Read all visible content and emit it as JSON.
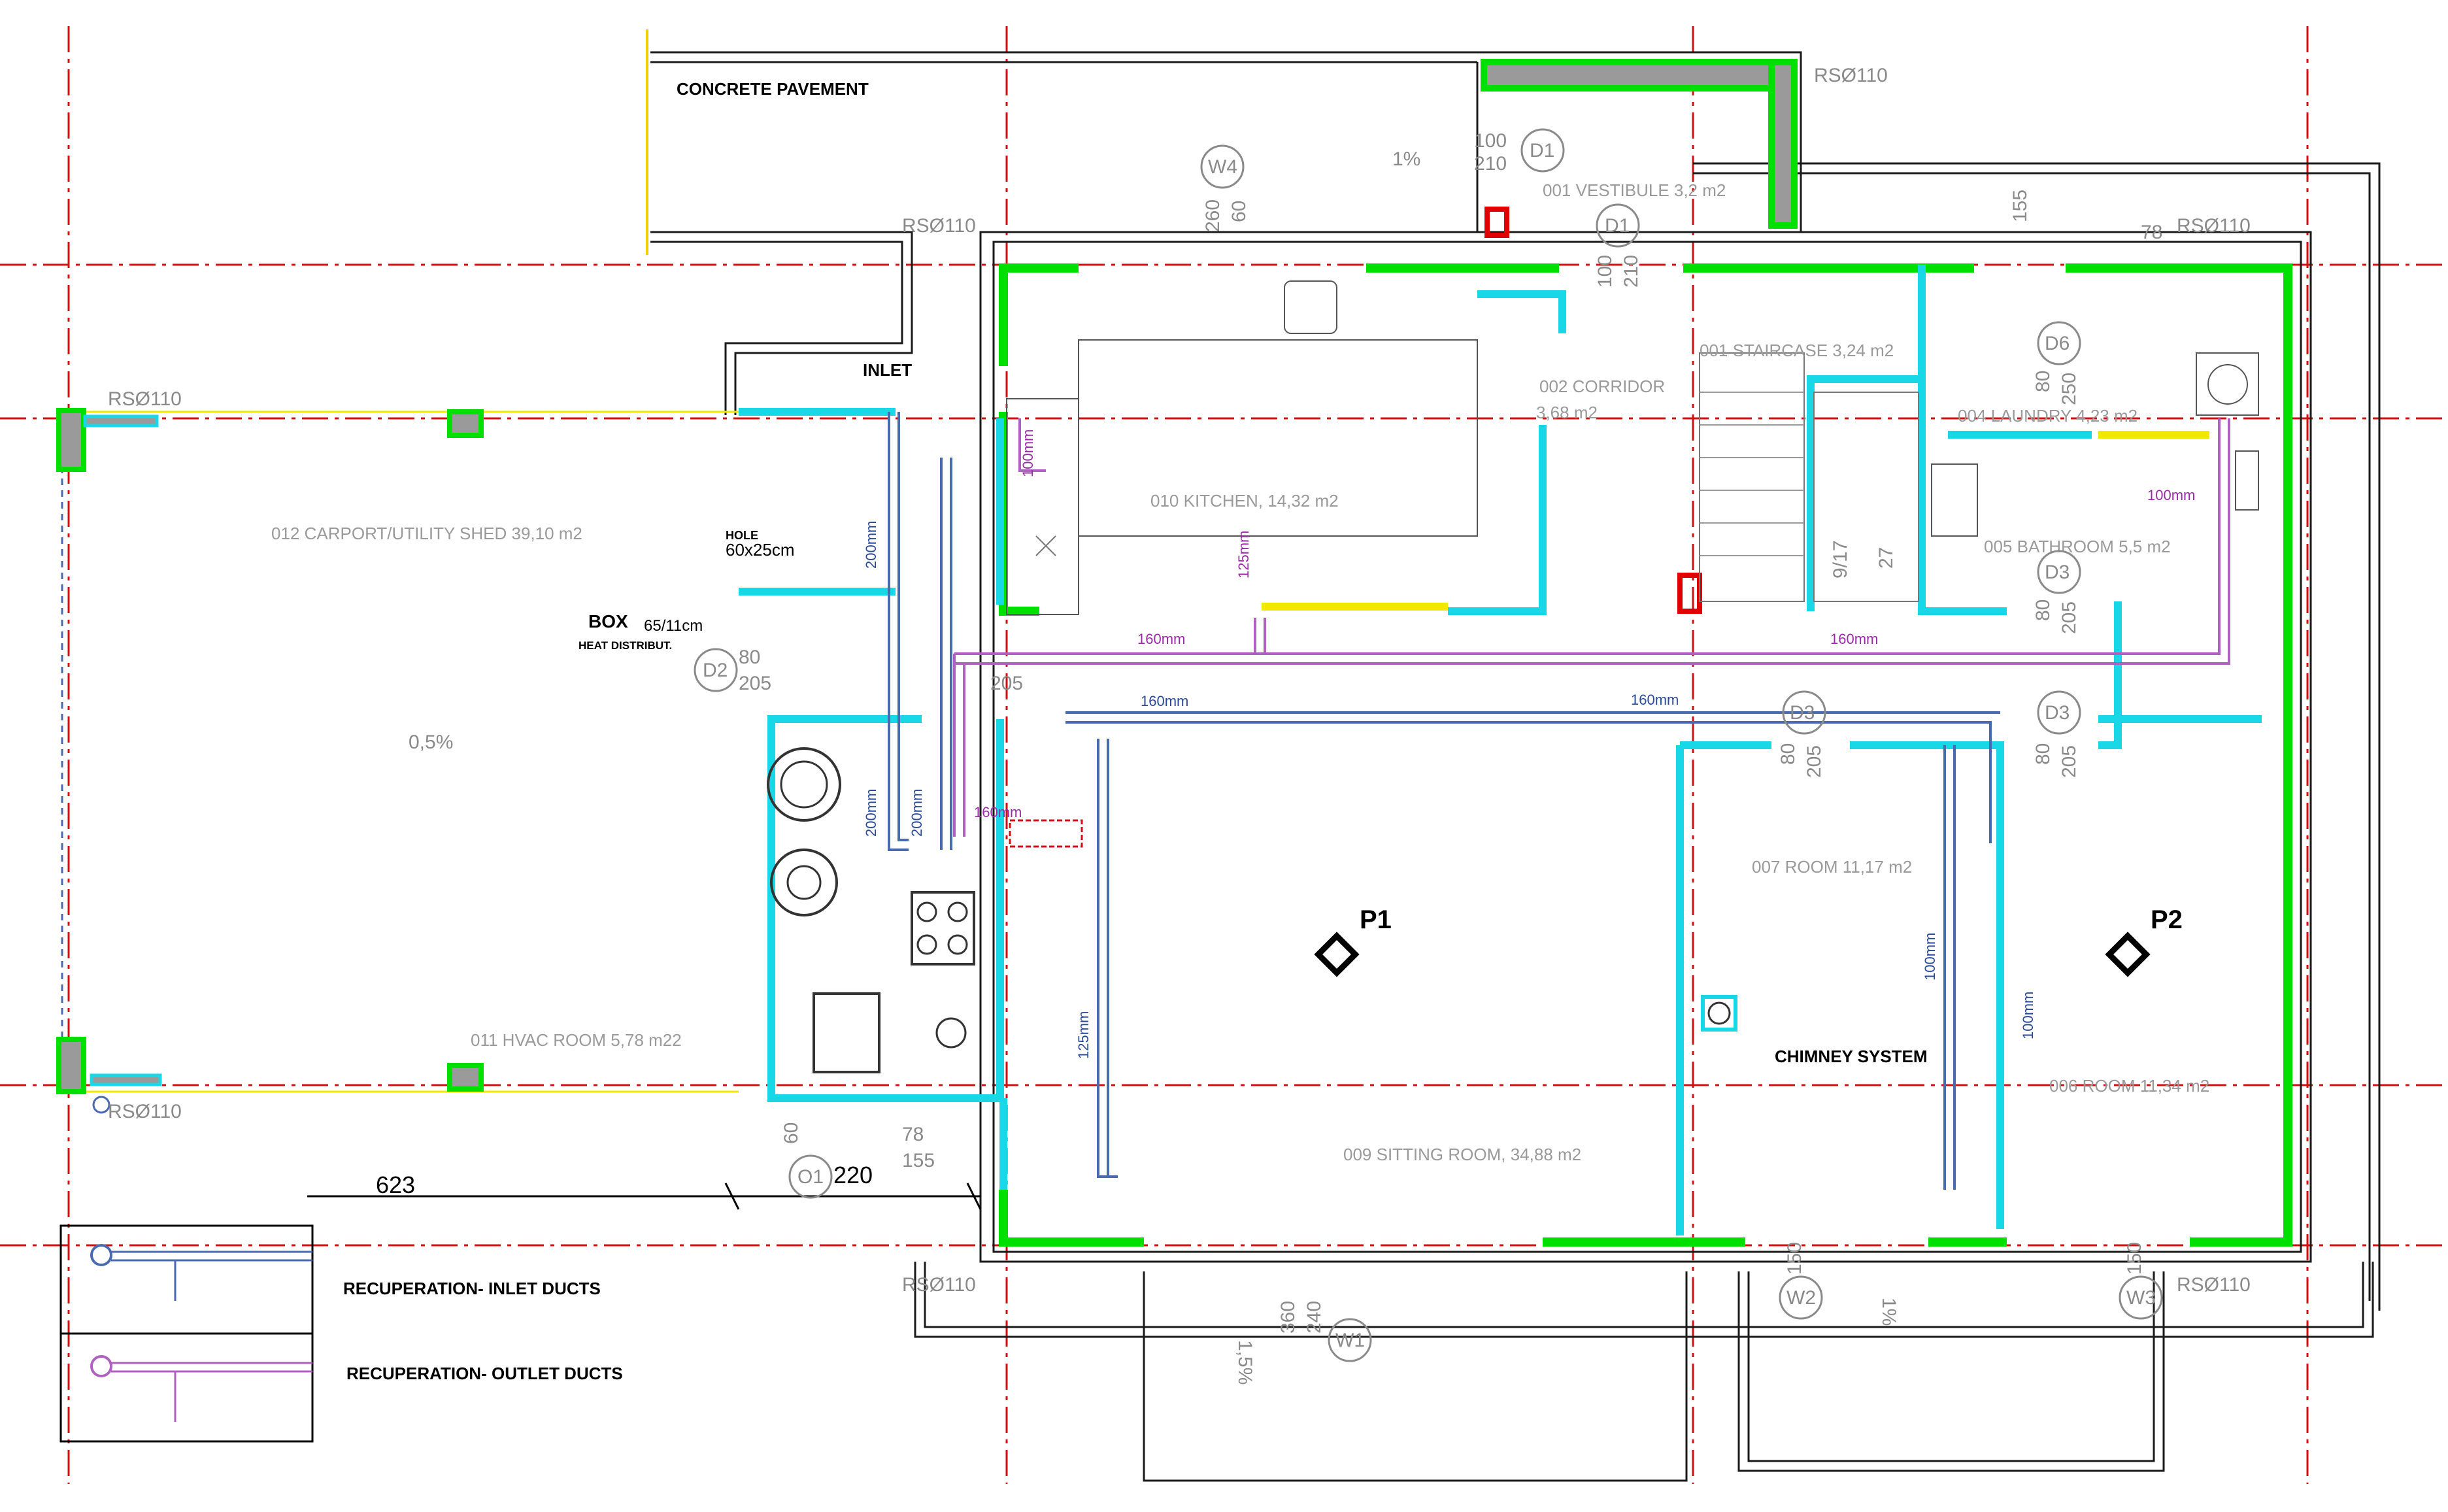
{
  "labels": {
    "concrete_pavement": "CONCRETE PAVEMENT",
    "inlet": "INLET",
    "hole": "HOLE",
    "hole_size": "60x25cm",
    "box": "BOX",
    "box_size": "65/11cm",
    "heat_distribut": "HEAT DISTRIBUT.",
    "chimney": "CHIMNEY SYSTEM",
    "p1": "P1",
    "p2": "P2",
    "legend_inlet": "RECUPERATION- INLET DUCTS",
    "legend_outlet": "RECUPERATION- OUTLET DUCTS"
  },
  "rooms": {
    "vestibule": "001 VESTIBULE 3,2 m2",
    "staircase": "001 STAIRCASE 3,24 m2",
    "corridor_a": "002 CORRIDOR",
    "corridor_b": "3,68 m2",
    "laundry": "004 LAUNDRY 4,23 m2",
    "bathroom": "005 BATHROOM 5,5 m2",
    "kitchen": "010 KITCHEN, 14,32 m2",
    "carport": "012 CARPORT/UTILITY SHED 39,10 m2",
    "hvac": "011 HVAC ROOM 5,78 m22",
    "room7": "007 ROOM 11,17 m2",
    "room6": "006 ROOM 11,34 m2",
    "sitting": "009 SITTING ROOM, 34,88 m2"
  },
  "markers": {
    "rs": "RSØ110",
    "w4": "W4",
    "w1": "W1",
    "w2": "W2",
    "w3": "W3",
    "d1": "D1",
    "d2": "D2",
    "d3": "D3",
    "d6": "D6",
    "o1": "O1"
  },
  "dims": {
    "d100": "100",
    "d210": "210",
    "d260": "260",
    "d60": "60",
    "d78": "78",
    "d155": "155",
    "d80": "80",
    "d205": "205",
    "d250": "250",
    "d917": "9/17",
    "d27": "27",
    "d360": "360",
    "d240": "240",
    "d623": "623",
    "d220": "220",
    "d150": "150",
    "slope1": "1%",
    "slope15": "1,5%",
    "slope05": "0,5%"
  },
  "ducts": {
    "d100mm": "100mm",
    "d125mm": "125mm",
    "d160mm": "160mm",
    "d200mm": "200mm"
  }
}
